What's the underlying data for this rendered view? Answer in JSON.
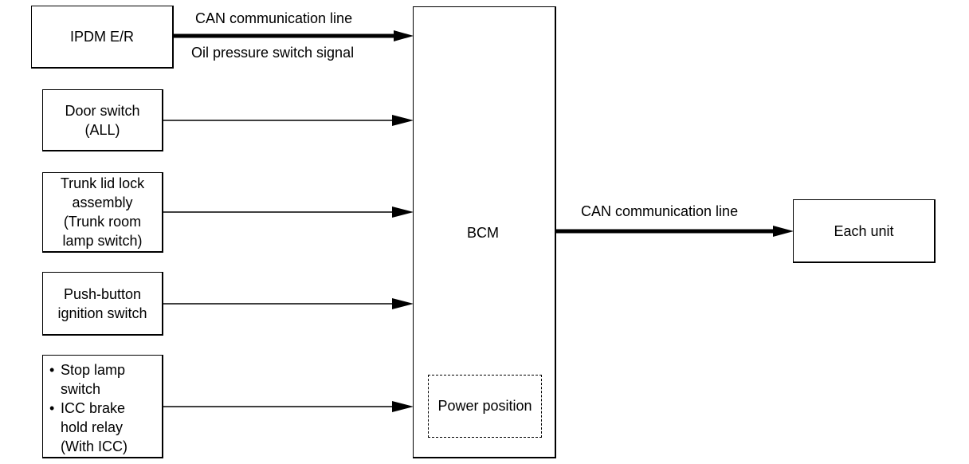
{
  "nodes": {
    "ipdm": {
      "label": "IPDM E/R"
    },
    "door_switch": {
      "lines": [
        "Door switch",
        "(ALL)"
      ]
    },
    "trunk_lid": {
      "lines": [
        "Trunk lid lock",
        "assembly",
        "(Trunk room",
        "lamp switch)"
      ]
    },
    "push_button": {
      "lines": [
        "Push-button",
        "ignition switch"
      ]
    },
    "stop_lamp": {
      "items": [
        {
          "bullet": "•",
          "lines": [
            "Stop lamp",
            "switch"
          ]
        },
        {
          "bullet": "•",
          "lines": [
            "ICC brake",
            "hold relay",
            "(With ICC)"
          ]
        }
      ]
    },
    "bcm": {
      "label": "BCM",
      "power_position": "Power position"
    },
    "each_unit": {
      "label": "Each unit"
    }
  },
  "edges": {
    "ipdm_to_bcm": {
      "label_top": "CAN communication line",
      "label_bottom": "Oil pressure switch signal"
    },
    "bcm_to_each_unit": {
      "label": "CAN communication line"
    }
  }
}
